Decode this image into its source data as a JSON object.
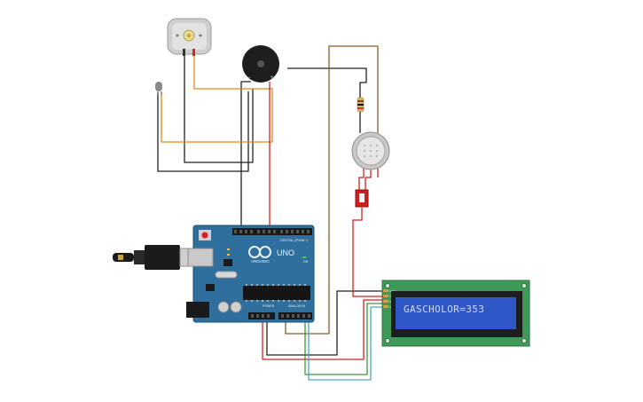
{
  "lcd": {
    "display_text": "GASCHOLOR=353",
    "pin_labels": [
      "GND",
      "VCC",
      "SDA",
      "SCL"
    ]
  },
  "arduino": {
    "brand": "ARDUINO",
    "model": "UNO",
    "header_digital": "DIGITAL (PWM~)",
    "header_power": "POWER",
    "header_analog": "ANALOG IN",
    "led_labels": [
      "L",
      "TX",
      "RX"
    ],
    "on_label": "ON"
  },
  "colors": {
    "board": "#2e6f9e",
    "lcd_pcb": "#3f9a5a",
    "lcd_screen": "#2f57c8",
    "lcd_text": "#cfd9ff",
    "wire_black": "#222222",
    "wire_red": "#d42020",
    "wire_orange": "#e08a1a",
    "wire_brown": "#8b5a2b",
    "wire_green": "#3a9a3a",
    "wire_teal": "#4aa8c0"
  },
  "components": [
    {
      "id": "dc-motor",
      "icon": "motor-icon"
    },
    {
      "id": "piezo-buzzer",
      "icon": "buzzer-icon"
    },
    {
      "id": "temperature-sensor",
      "icon": "sensor-icon"
    },
    {
      "id": "gas-sensor",
      "icon": "gas-sensor-icon"
    },
    {
      "id": "resistor",
      "icon": "resistor-icon"
    },
    {
      "id": "slide-switch",
      "icon": "switch-icon"
    },
    {
      "id": "usb-cable",
      "icon": "usb-icon"
    }
  ]
}
